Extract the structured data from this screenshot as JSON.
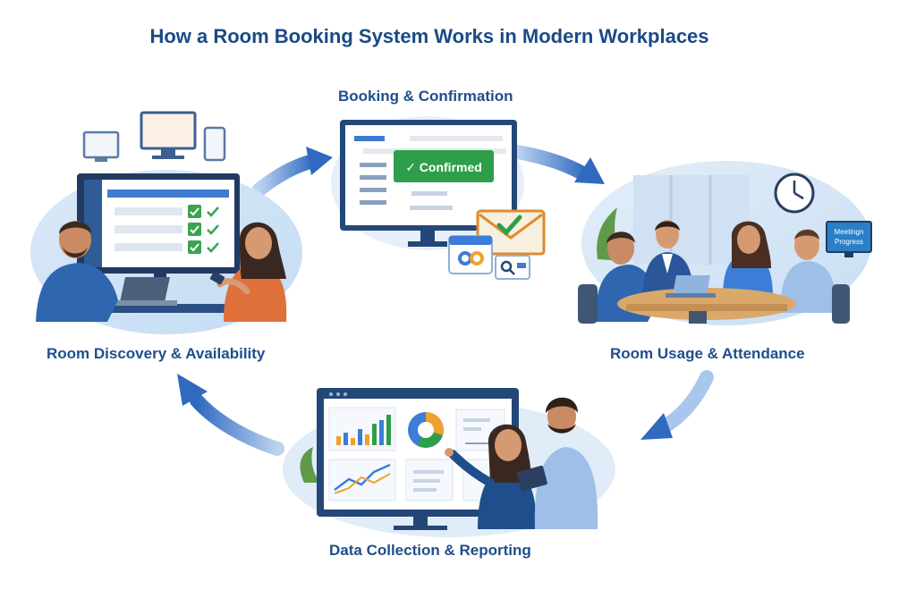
{
  "title": "How a Room Booking System Works in Modern Workplaces",
  "stages": {
    "booking": {
      "label": "Booking & Confirmation",
      "badge": "✓ Confirmed"
    },
    "discovery": {
      "label": "Room Discovery & Availability"
    },
    "usage": {
      "label": "Room Usage & Attendance",
      "sign_line1": "Meetingn",
      "sign_line2": "Progress"
    },
    "data": {
      "label": "Data Collection & Reporting"
    }
  },
  "colors": {
    "primary": "#1f4e8c",
    "accent_blue": "#3b7dd8",
    "confirm_green": "#2e9e4a",
    "arrow": "#3f78c9",
    "orange": "#f0a030"
  }
}
